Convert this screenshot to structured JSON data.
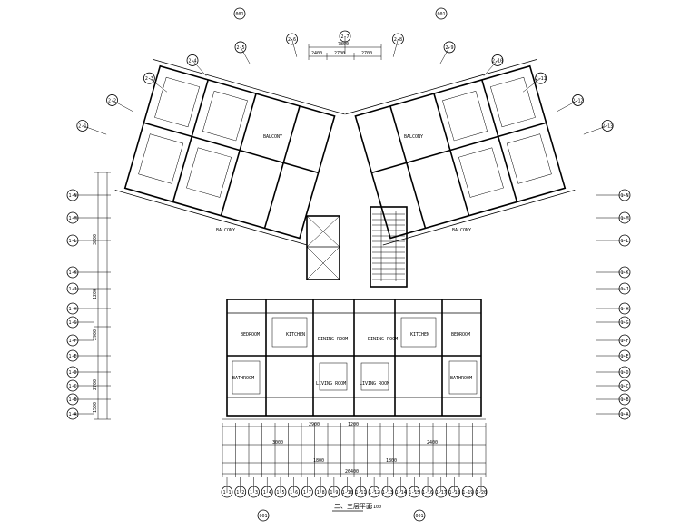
{
  "drawing": {
    "title": "二、三层平面",
    "scale": "1:100"
  },
  "rooms": {
    "balcony": "BALCONY",
    "bedroom": "BEDROOM",
    "kitchen": "KITCHEN",
    "dining_room": "DINING ROOM",
    "living_room": "LIVING ROOM",
    "bathroom": "BATHROOM"
  },
  "dimensions": {
    "top_total": "7800",
    "top_a": "2400",
    "top_b": "2700",
    "top_c": "2700",
    "bottom_total": "26400",
    "bottom_a": "2900",
    "bottom_b": "1200",
    "bottom_c": "3000",
    "bottom_d": "1800",
    "bottom_e": "1800",
    "bottom_f": "2400",
    "left_a": "1500",
    "left_b": "2700",
    "left_c": "2900",
    "left_d": "1200",
    "left_e": "3800"
  },
  "axes": {
    "bottom": [
      "1-1",
      "1-2",
      "1-3",
      "1-4",
      "1-5",
      "1-6",
      "1-7",
      "1-8",
      "1-9",
      "1-10",
      "1-11",
      "1-12",
      "1-13",
      "1-14",
      "1-15",
      "1-16",
      "1-17",
      "1-18",
      "1-19",
      "1-20"
    ],
    "left": [
      "1-A",
      "1-B",
      "1-C",
      "1-D",
      "1-E",
      "1-F",
      "1-G",
      "1-H",
      "1-J",
      "1-K",
      "1-L",
      "1-M",
      "1-N"
    ],
    "top": [
      "2-1",
      "2-2",
      "2-3",
      "2-4",
      "2-5",
      "2-6",
      "2-7",
      "2-8",
      "2-9",
      "2-10",
      "2-11",
      "2-12",
      "2-13"
    ]
  },
  "callout": "001"
}
